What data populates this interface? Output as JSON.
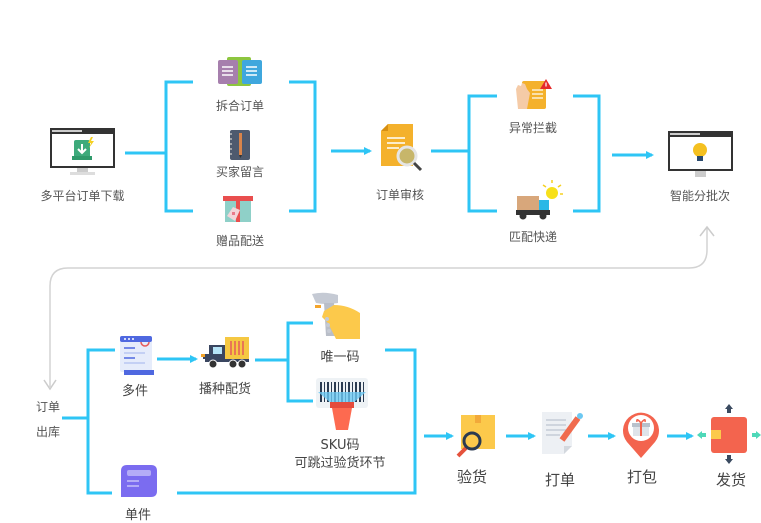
{
  "colors": {
    "flow_line": "#2ec5f5",
    "return_line": "#cccccc",
    "label": "#555555"
  },
  "top_flow": {
    "download": {
      "label": "多平台订单下载",
      "icon": "monitor-download-icon"
    },
    "branch1": [
      {
        "label": "拆合订单",
        "icon": "merge-documents-icon"
      },
      {
        "label": "买家留言",
        "icon": "notebook-pencil-icon"
      },
      {
        "label": "赠品配送",
        "icon": "gift-tag-icon"
      }
    ],
    "review": {
      "label": "订单审核",
      "icon": "document-search-icon"
    },
    "branch2": [
      {
        "label": "异常拦截",
        "icon": "hand-warning-icon"
      },
      {
        "label": "匹配快递",
        "icon": "delivery-truck-icon"
      }
    ],
    "batch": {
      "label": "智能分批次",
      "icon": "monitor-lightbulb-icon"
    }
  },
  "bottom_flow": {
    "outbound": {
      "line1": "订单",
      "line2": "出库"
    },
    "multi": {
      "label": "多件",
      "icon": "order-list-icon"
    },
    "single": {
      "label": "单件",
      "icon": "purple-card-icon"
    },
    "sowing": {
      "label": "播种配货",
      "icon": "cargo-truck-icon"
    },
    "unique_code": {
      "label": "唯一码",
      "icon": "barcode-scanner-hand-icon"
    },
    "sku_code": {
      "line1": "SKU码",
      "line2": "可跳过验货环节",
      "icon": "barcode-scan-icon"
    },
    "steps": [
      {
        "label": "验货",
        "icon": "box-inspect-icon"
      },
      {
        "label": "打单",
        "icon": "print-document-icon"
      },
      {
        "label": "打包",
        "icon": "gift-pin-icon"
      },
      {
        "label": "发货",
        "icon": "ship-box-icon"
      }
    ]
  }
}
